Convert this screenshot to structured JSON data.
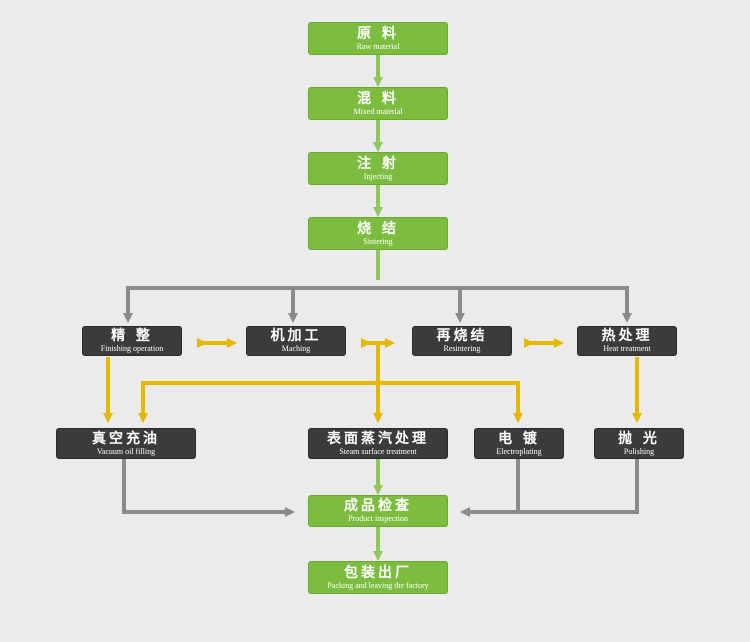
{
  "colors": {
    "green_box": "#7cbd3f",
    "dark_box": "#3b3b3b",
    "green_arrow": "#8ec95a",
    "gray_arrow": "#8a8a8a",
    "yellow_arrow": "#e2b800"
  },
  "steps": {
    "raw_material": {
      "cn": "原  料",
      "en": "Raw material"
    },
    "mixed_material": {
      "cn": "混  料",
      "en": "Mixed material"
    },
    "injecting": {
      "cn": "注  射",
      "en": "Injecting"
    },
    "sintering": {
      "cn": "烧  结",
      "en": "Sintering"
    },
    "finishing": {
      "cn": "精  整",
      "en": "Finishing operation"
    },
    "machining": {
      "cn": "机加工",
      "en": "Maching"
    },
    "resintering": {
      "cn": "再烧结",
      "en": "Resintering"
    },
    "heat_treatment": {
      "cn": "热处理",
      "en": "Heat treatment"
    },
    "vacuum_oil": {
      "cn": "真空充油",
      "en": "Vacuum oil filling"
    },
    "steam_surface": {
      "cn": "表面蒸汽处理",
      "en": "Steam surface treatment"
    },
    "electroplating": {
      "cn": "电  镀",
      "en": "Electroplating"
    },
    "polishing": {
      "cn": "抛  光",
      "en": "Polishing"
    },
    "inspection": {
      "cn": "成品检查",
      "en": "Product inspection"
    },
    "packing": {
      "cn": "包装出厂",
      "en": "Packing and leaving the factory"
    }
  }
}
